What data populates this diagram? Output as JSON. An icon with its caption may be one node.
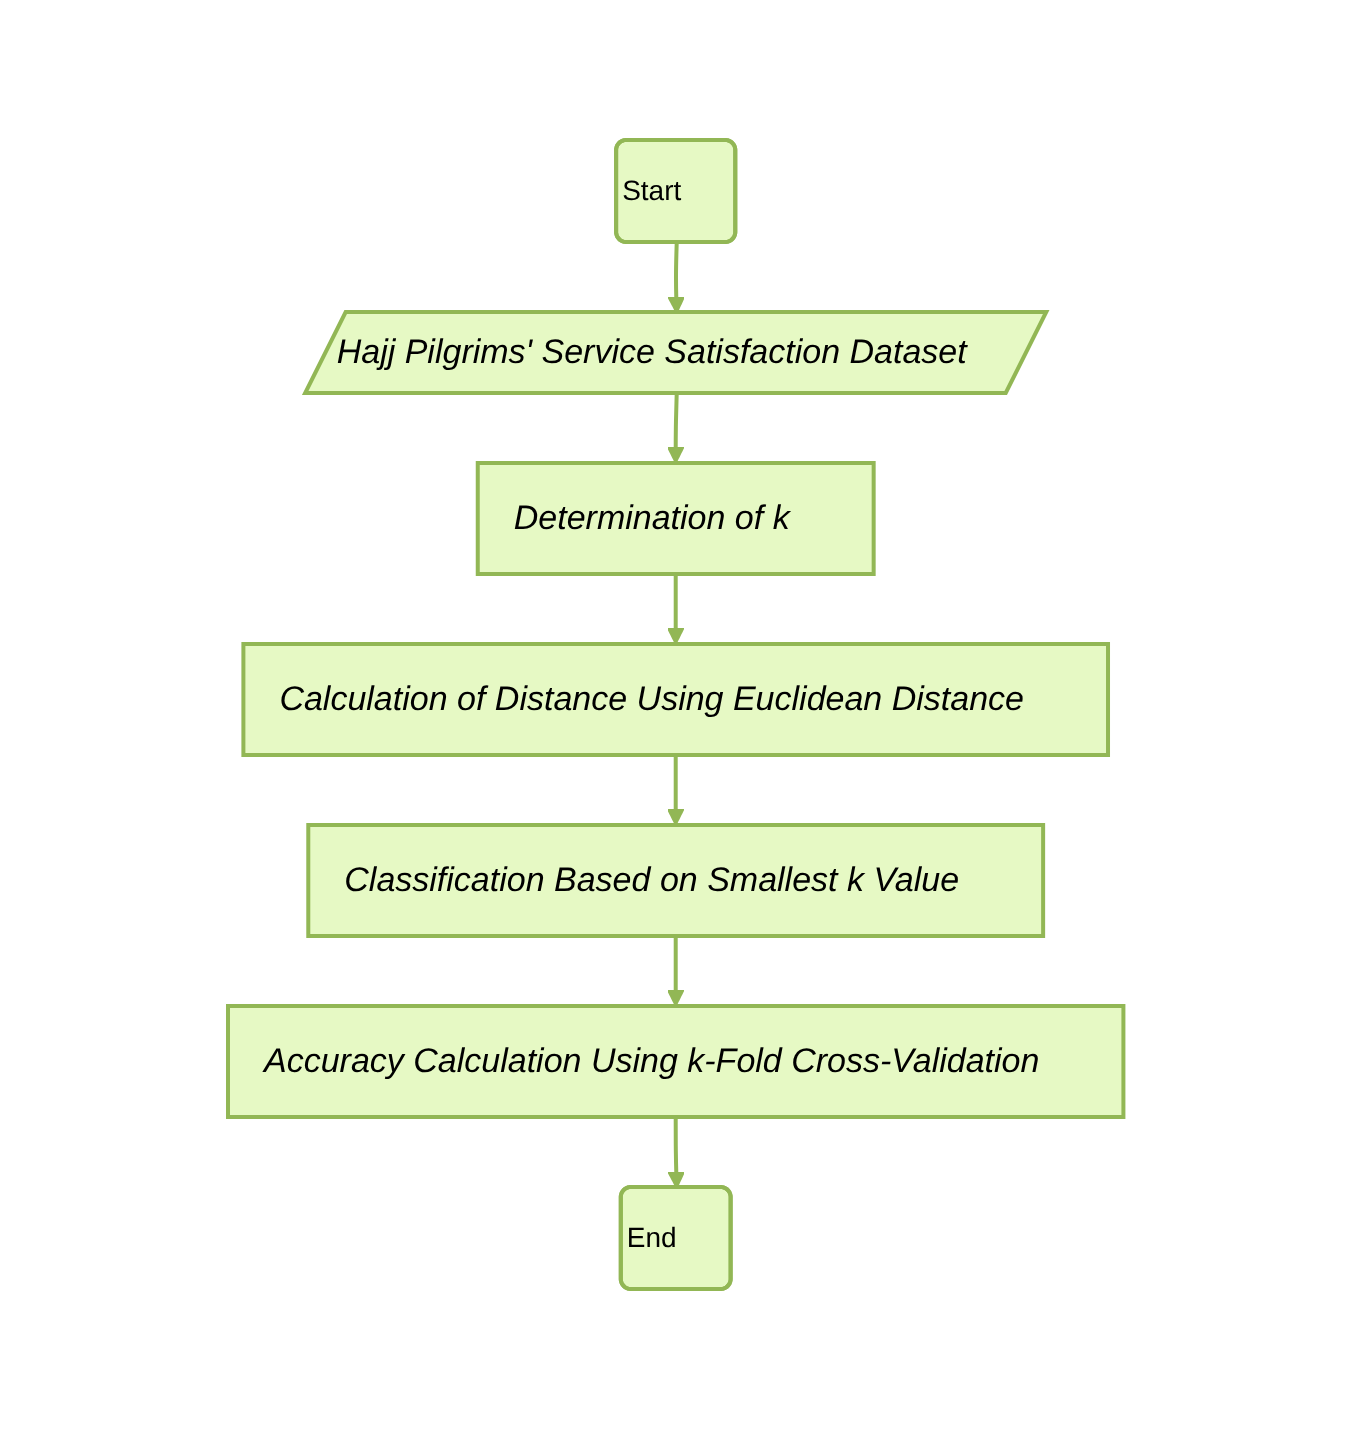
{
  "diagram": {
    "nodes": [
      {
        "text": [
          "Start"
        ]
      },
      {
        "text": [
          "Hajj Pilgrims' Service Satisfaction Dataset"
        ]
      },
      {
        "text": [
          "Determination of k"
        ]
      },
      {
        "text": [
          "Calculation of Distance Using Euclidean Distance"
        ]
      },
      {
        "text": [
          "Classification Based on Smallest k Value"
        ]
      },
      {
        "text": [
          "Accuracy Calculation Using k-Fold Cross-Validation"
        ]
      },
      {
        "text": [
          "End"
        ]
      }
    ],
    "edges": [
      {
        "from": 0,
        "to": 1,
        "arrow": "to"
      },
      {
        "from": 1,
        "to": 2,
        "arrow": "to"
      },
      {
        "from": 2,
        "to": 3,
        "arrow": "to"
      },
      {
        "from": 3,
        "to": 4,
        "arrow": "to"
      },
      {
        "from": 4,
        "to": 5,
        "arrow": "to"
      },
      {
        "from": 5,
        "to": 6,
        "arrow": "to"
      }
    ]
  }
}
